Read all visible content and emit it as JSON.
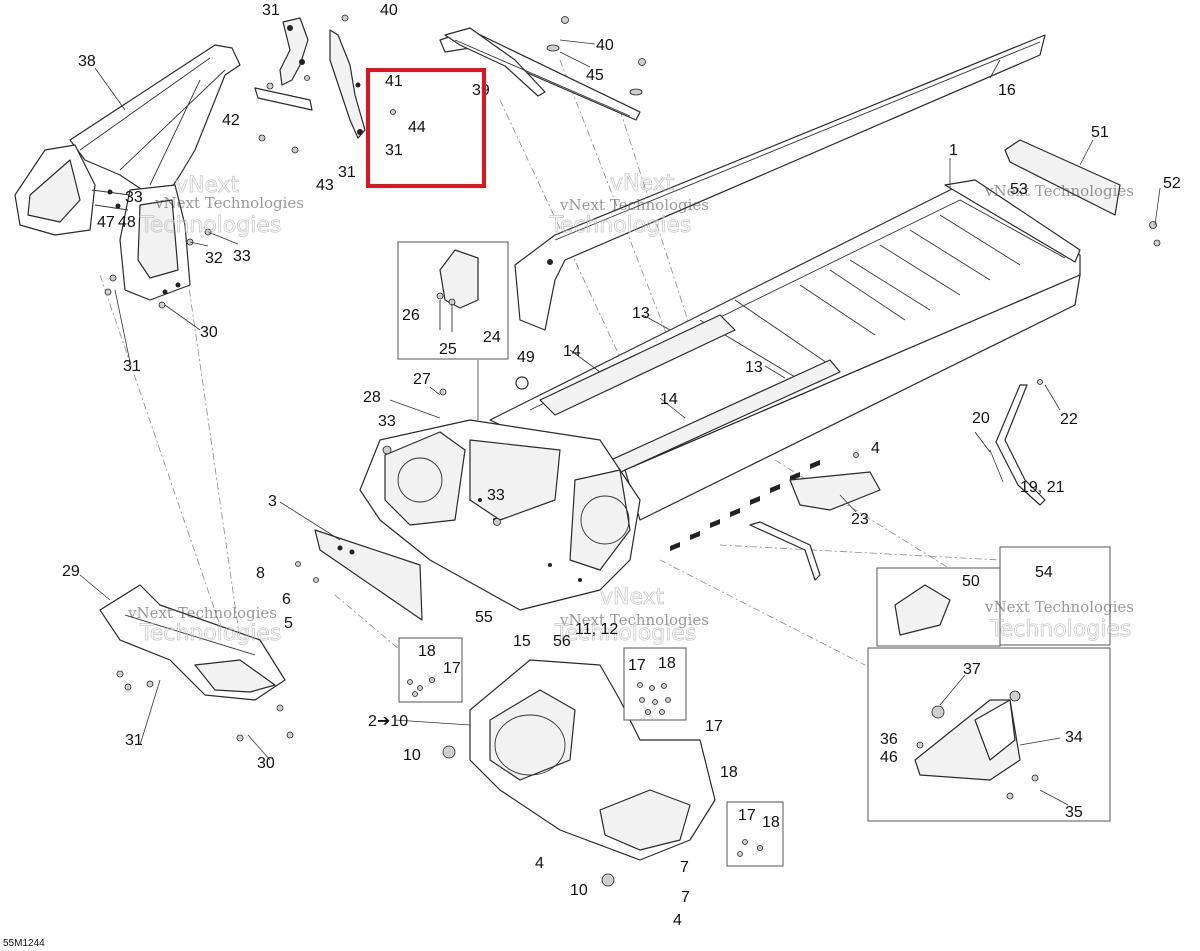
{
  "diagram_code": "55M1244",
  "watermark": {
    "text": "vNext Technologies",
    "part_a": "vNext",
    "part_b": "Technologies"
  },
  "highlight_color": "#e0141e",
  "callouts": {
    "c1": "1",
    "c2_10": "2➔10",
    "c3": "3",
    "c4a": "4",
    "c4b": "4",
    "c4c": "4",
    "c5": "5",
    "c6": "6",
    "c7": "7",
    "c8": "8",
    "c10a": "10",
    "c10b": "10",
    "c11_12": "11, 12",
    "c13a": "13",
    "c13b": "13",
    "c14a": "14",
    "c14b": "14",
    "c15": "15",
    "c16": "16",
    "c17a": "17",
    "c17b": "17",
    "c17c": "17",
    "c17d": "17",
    "c18a": "18",
    "c18b": "18",
    "c18c": "18",
    "c18d": "18",
    "c19_21": "19, 21",
    "c20": "20",
    "c22": "22",
    "c23": "23",
    "c24": "24",
    "c25": "25",
    "c26": "26",
    "c27": "27",
    "c28": "28",
    "c29": "29",
    "c30a": "30",
    "c30b": "30",
    "c31a": "31",
    "c31b": "31",
    "c31c": "31",
    "c31d": "31",
    "c31e": "31",
    "c32": "32",
    "c33a": "33",
    "c33b": "33",
    "c33c": "33",
    "c33d": "33",
    "c34": "34",
    "c35": "35",
    "c36": "36",
    "c37": "37",
    "c38": "38",
    "c39": "39",
    "c40a": "40",
    "c40b": "40",
    "c41": "41",
    "c42": "42",
    "c43": "43",
    "c44": "44",
    "c45": "45",
    "c46": "46",
    "c47": "47",
    "c48": "48",
    "c49": "49",
    "c50": "50",
    "c51": "51",
    "c52": "52",
    "c53": "53",
    "c54": "54",
    "c55": "55",
    "c56": "56"
  }
}
